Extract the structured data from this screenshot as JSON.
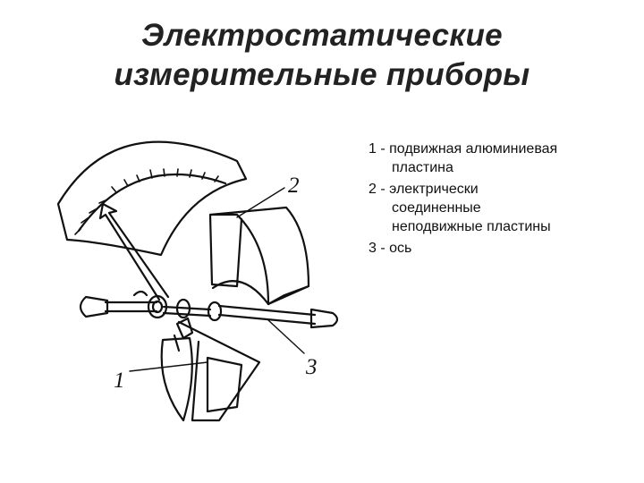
{
  "title": {
    "line1": "Электростатические",
    "line2": "измерительные приборы"
  },
  "diagram": {
    "labels": {
      "plate": "1",
      "fixed_plates": "2",
      "axis": "3"
    }
  },
  "legend": [
    {
      "prefix": "1 - ",
      "lines": [
        "подвижная алюминиевая",
        "пластина"
      ]
    },
    {
      "prefix": "2 - ",
      "lines": [
        "электрически",
        "соединенные",
        "неподвижные пластины"
      ]
    },
    {
      "prefix": "3 - ",
      "lines": [
        "ось"
      ]
    }
  ]
}
